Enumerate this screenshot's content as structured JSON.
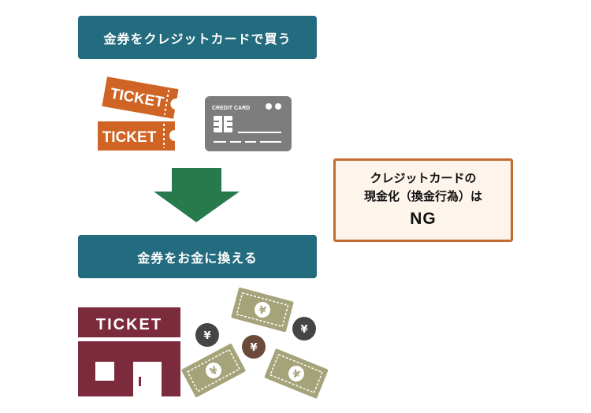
{
  "steps": [
    {
      "label": "金券をクレジットカードで買う"
    },
    {
      "label": "金券をお金に換える"
    }
  ],
  "note": {
    "line1": "クレジットカードの",
    "line2": "現金化（換金行為）は",
    "line3": "NG"
  },
  "illustrations": {
    "ticket_text": "TICKET",
    "card_text": "CREDIT CARD",
    "shop_sign": "TICKET",
    "currency_symbol": "¥"
  },
  "colors": {
    "step_box": "#236b7e",
    "arrow": "#267a4c",
    "note_border": "#c66a30",
    "ticket": "#cf6424",
    "card": "#7d7d7d",
    "shop": "#7b2b3c",
    "money": "#a4a37a",
    "coin_dark": "#454545",
    "coin_brown": "#6b4a3c"
  }
}
